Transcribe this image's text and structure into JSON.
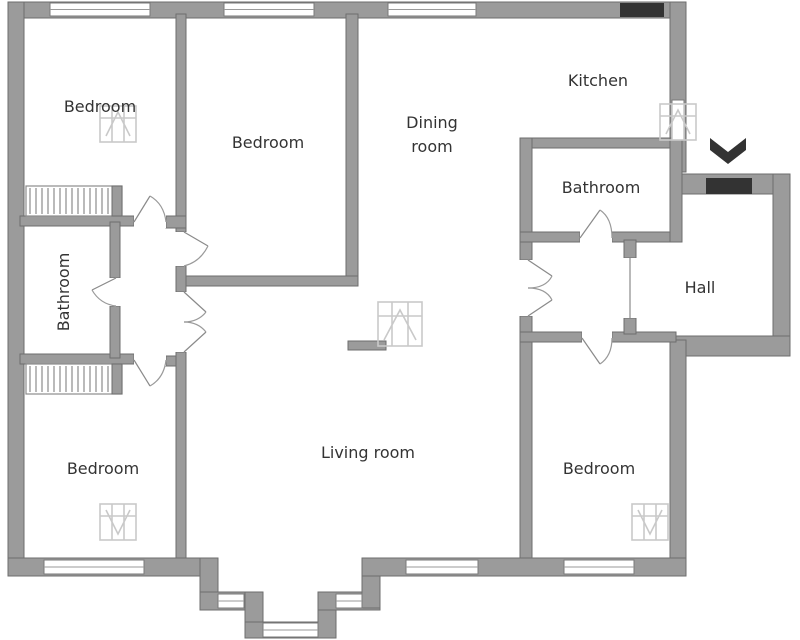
{
  "rooms": {
    "bedroom_top_left": "Bedroom",
    "bedroom_top_middle": "Bedroom",
    "dining_room_line1": "Dining",
    "dining_room_line2": "room",
    "kitchen": "Kitchen",
    "bathroom_right": "Bathroom",
    "hall": "Hall",
    "bathroom_left": "Bathroom",
    "living_room": "Living room",
    "bedroom_bottom_left": "Bedroom",
    "bedroom_bottom_right": "Bedroom"
  },
  "colors": {
    "wall": "#9b9b9b",
    "background": "#ffffff",
    "entrance_marker": "#333333"
  },
  "icons": {
    "entrance": "chevron-down-icon",
    "watermark": "logo-mark"
  }
}
